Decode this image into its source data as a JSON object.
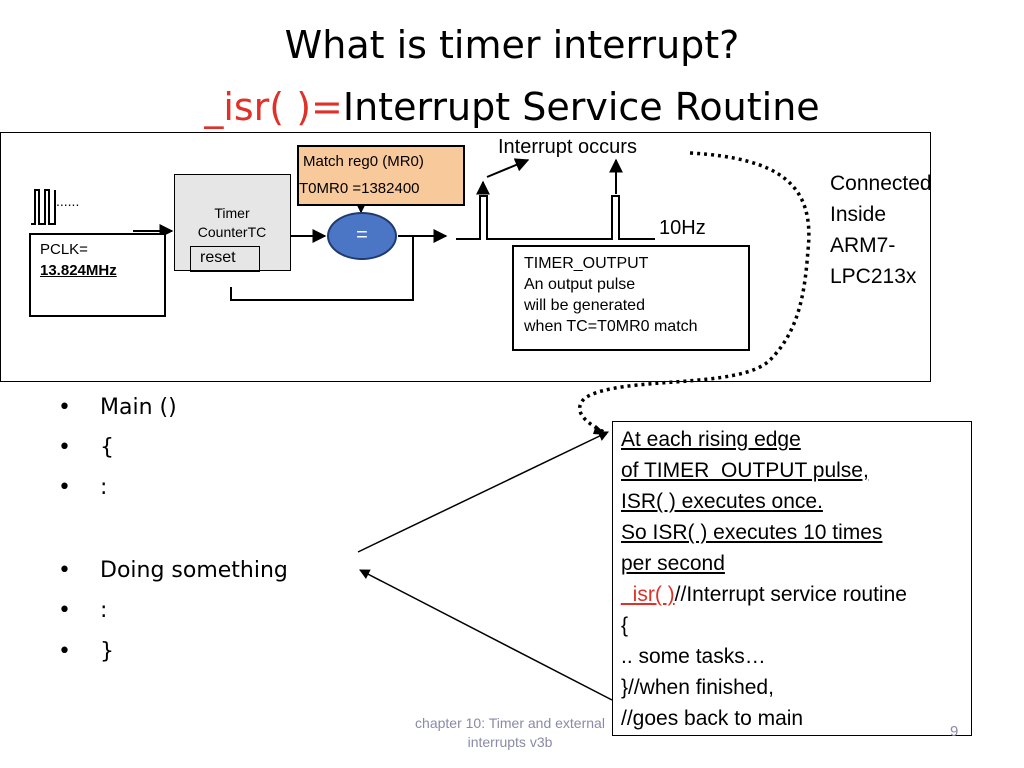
{
  "slide": {
    "title_line1": "What is timer interrupt?",
    "title_line2_prefix": "_isr( )=",
    "title_line2_rest": "Interrupt Service Routine",
    "footer": [
      "chapter 10: Timer and external",
      "interrupts v3b"
    ],
    "page_number": "9"
  },
  "diagram": {
    "clock_dots": "......",
    "pclk_label": "PCLK=",
    "pclk_value": "13.824MHz",
    "timer_label": [
      "Timer",
      "CounterTC"
    ],
    "reset_label": "reset",
    "match_reg_label": "Match reg0 (MR0)",
    "match_reg_value": "T0MR0 =1382400",
    "comparator_label": "=",
    "interrupt_label": "Interrupt occurs",
    "freq_label": "10Hz",
    "timer_output_lines": [
      "TIMER_OUTPUT",
      "An output pulse",
      "will be generated",
      "when TC=T0MR0 match"
    ],
    "connected_lines": [
      "Connected",
      "Inside",
      "ARM7-",
      "LPC213x"
    ]
  },
  "main_code": [
    {
      "bullet": "•",
      "text": "Main ()"
    },
    {
      "bullet": "•",
      "text": "{"
    },
    {
      "bullet": "•",
      "text": ":"
    },
    {
      "bullet": "•",
      "text": "Doing something"
    },
    {
      "bullet": "•",
      "text": ":"
    },
    {
      "bullet": "•",
      "text": "}"
    }
  ],
  "isr_box": {
    "lines": [
      "At each rising edge",
      "of TIMER_OUTPUT pulse,",
      "ISR( ) executes once.",
      "So   ISR( ) executes 10 times",
      "per second"
    ],
    "code_isr": "_isr( )",
    "code_comment": "//Interrupt service routine",
    "code_open": "{",
    "code_tasks": "..  some tasks…",
    "code_close": "}//when finished,",
    "code_return": "//goes back to main"
  },
  "colors": {
    "accent_red": "#e0302a",
    "match_fill": "#f8c99b",
    "timer_fill": "#e6e6e6",
    "comparator_fill": "#4a76c5"
  }
}
